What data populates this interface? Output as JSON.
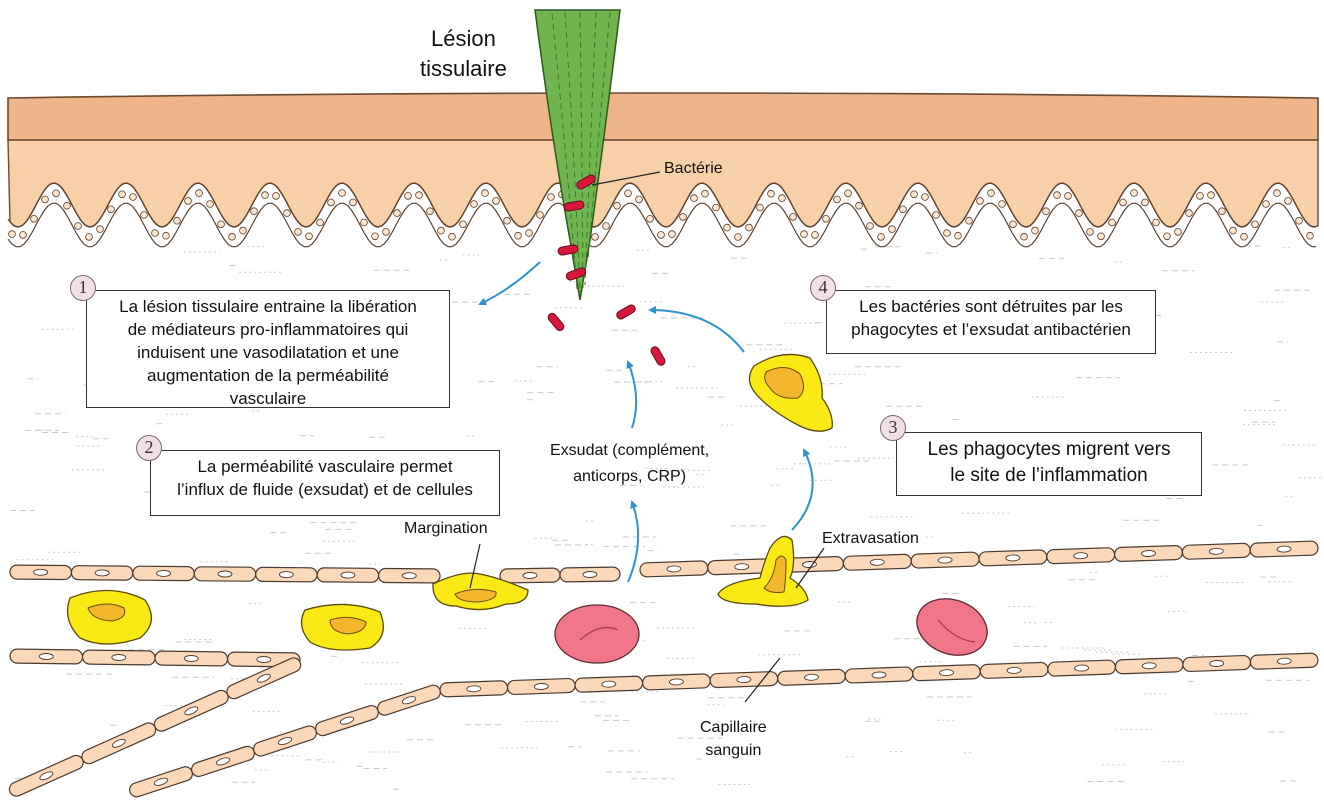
{
  "title": {
    "line1": "Lésion",
    "line2": "tissulaire"
  },
  "labels": {
    "bacterie": "Bactérie",
    "exsudat_line1": "Exsudat (complément,",
    "exsudat_line2": "anticorps, CRP)",
    "margination": "Margination",
    "extravasation": "Extravasation",
    "capillaire_line1": "Capillaire",
    "capillaire_line2": "sanguin"
  },
  "steps": [
    {
      "number": "1",
      "lines": [
        "La lésion tissulaire entraine la libération",
        "de médiateurs pro-inflammatoires qui",
        "induisent une vasodilatation et une",
        "augmentation de la perméabilité",
        "vasculaire"
      ]
    },
    {
      "number": "2",
      "lines": [
        "La perméabilité vasculaire permet",
        "l’influx de fluide (exsudat) et de cellules"
      ]
    },
    {
      "number": "3",
      "lines": [
        "Les phagocytes migrent vers",
        "le site de l’inflammation"
      ]
    },
    {
      "number": "4",
      "lines": [
        "Les bactéries sont détruites par les",
        "phagocytes et l’exsudat antibactérien"
      ]
    }
  ],
  "colors": {
    "skin": "#f8cfa8",
    "skin_dark": "#e9b081",
    "cell": "#fbd9b8",
    "cell_outline": "#4a3a30",
    "bacteria": "#d8173c",
    "arrow": "#2e93cf",
    "phagocyte": "#fbe916",
    "phagocyte_core": "#f4b62a",
    "erythrocyte": "#f2768a",
    "splinter": "#66b04c"
  }
}
